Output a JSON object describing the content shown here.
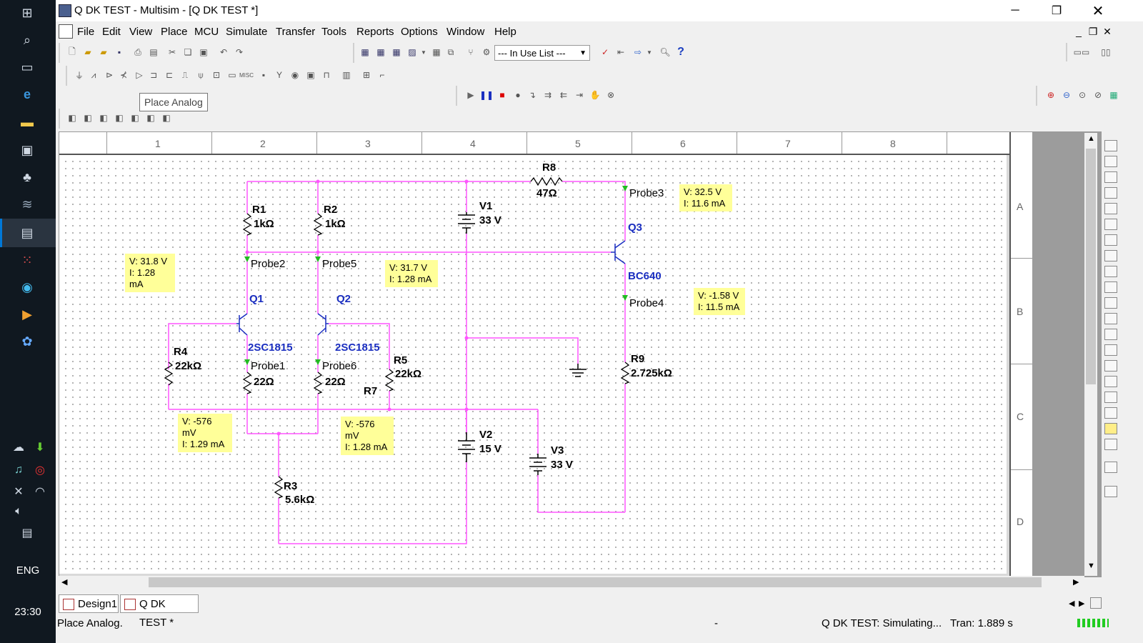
{
  "window": {
    "title": "Q DK TEST - Multisim - [Q DK TEST *]"
  },
  "menu": [
    "File",
    "Edit",
    "View",
    "Place",
    "MCU",
    "Simulate",
    "Transfer",
    "Tools",
    "Reports",
    "Options",
    "Window",
    "Help"
  ],
  "toolbar": {
    "in_use_list": "--- In Use List ---"
  },
  "tooltip": "Place Analog",
  "ruler": {
    "columns": [
      "1",
      "2",
      "3",
      "4",
      "5",
      "6",
      "7",
      "8"
    ],
    "rows": [
      "A",
      "B",
      "C",
      "D"
    ]
  },
  "components": {
    "R1": {
      "ref": "R1",
      "value": "1kΩ"
    },
    "R2": {
      "ref": "R2",
      "value": "1kΩ"
    },
    "R3": {
      "ref": "R3",
      "value": "5.6kΩ"
    },
    "R4": {
      "ref": "R4",
      "value": "22kΩ"
    },
    "R5": {
      "ref": "R5",
      "value": "22kΩ"
    },
    "R6v": {
      "value": "22Ω"
    },
    "R7": {
      "ref": "R7",
      "value": "22Ω"
    },
    "R8": {
      "ref": "R8",
      "value": "47Ω"
    },
    "R9": {
      "ref": "R9",
      "value": "2.725kΩ"
    },
    "V1": {
      "ref": "V1",
      "value": "33 V"
    },
    "V2": {
      "ref": "V2",
      "value": "15 V"
    },
    "V3": {
      "ref": "V3",
      "value": "33 V"
    },
    "Q1": {
      "ref": "Q1",
      "model": "2SC1815"
    },
    "Q2": {
      "ref": "Q2",
      "model": "2SC1815"
    },
    "Q3": {
      "ref": "Q3",
      "model": "BC640"
    }
  },
  "probes": {
    "probe1": {
      "name": "Probe1",
      "v": "V: -576 mV",
      "i": "I: 1.29 mA"
    },
    "probe2": {
      "name": "Probe2",
      "v": "V: 31.8 V",
      "i": "I: 1.28 mA"
    },
    "probe3": {
      "name": "Probe3",
      "v": "V: 32.5 V",
      "i": "I: 11.6 mA"
    },
    "probe4": {
      "name": "Probe4",
      "v": "V: -1.58 V",
      "i": "I: 11.5 mA"
    },
    "probe5": {
      "name": "Probe5",
      "v": "V: 31.7 V",
      "i": "I: 1.28 mA"
    },
    "probe6": {
      "name": "Probe6",
      "v": "V: -576 mV",
      "i": "I: 1.28 mA"
    }
  },
  "tabs": [
    "Design1",
    "Q DK TEST *"
  ],
  "status": {
    "left": "Place Analog.",
    "dash": "-",
    "sim": "Q DK TEST: Simulating...",
    "tran": "Tran: 1.889 s"
  },
  "taskbar": {
    "lang": "ENG",
    "time": "23:30"
  },
  "colors": {
    "wire": "#ff55ff",
    "probe_flag": "#22bb22",
    "probe_box": "#ffff99",
    "transistor_label": "#1a2ec0"
  }
}
